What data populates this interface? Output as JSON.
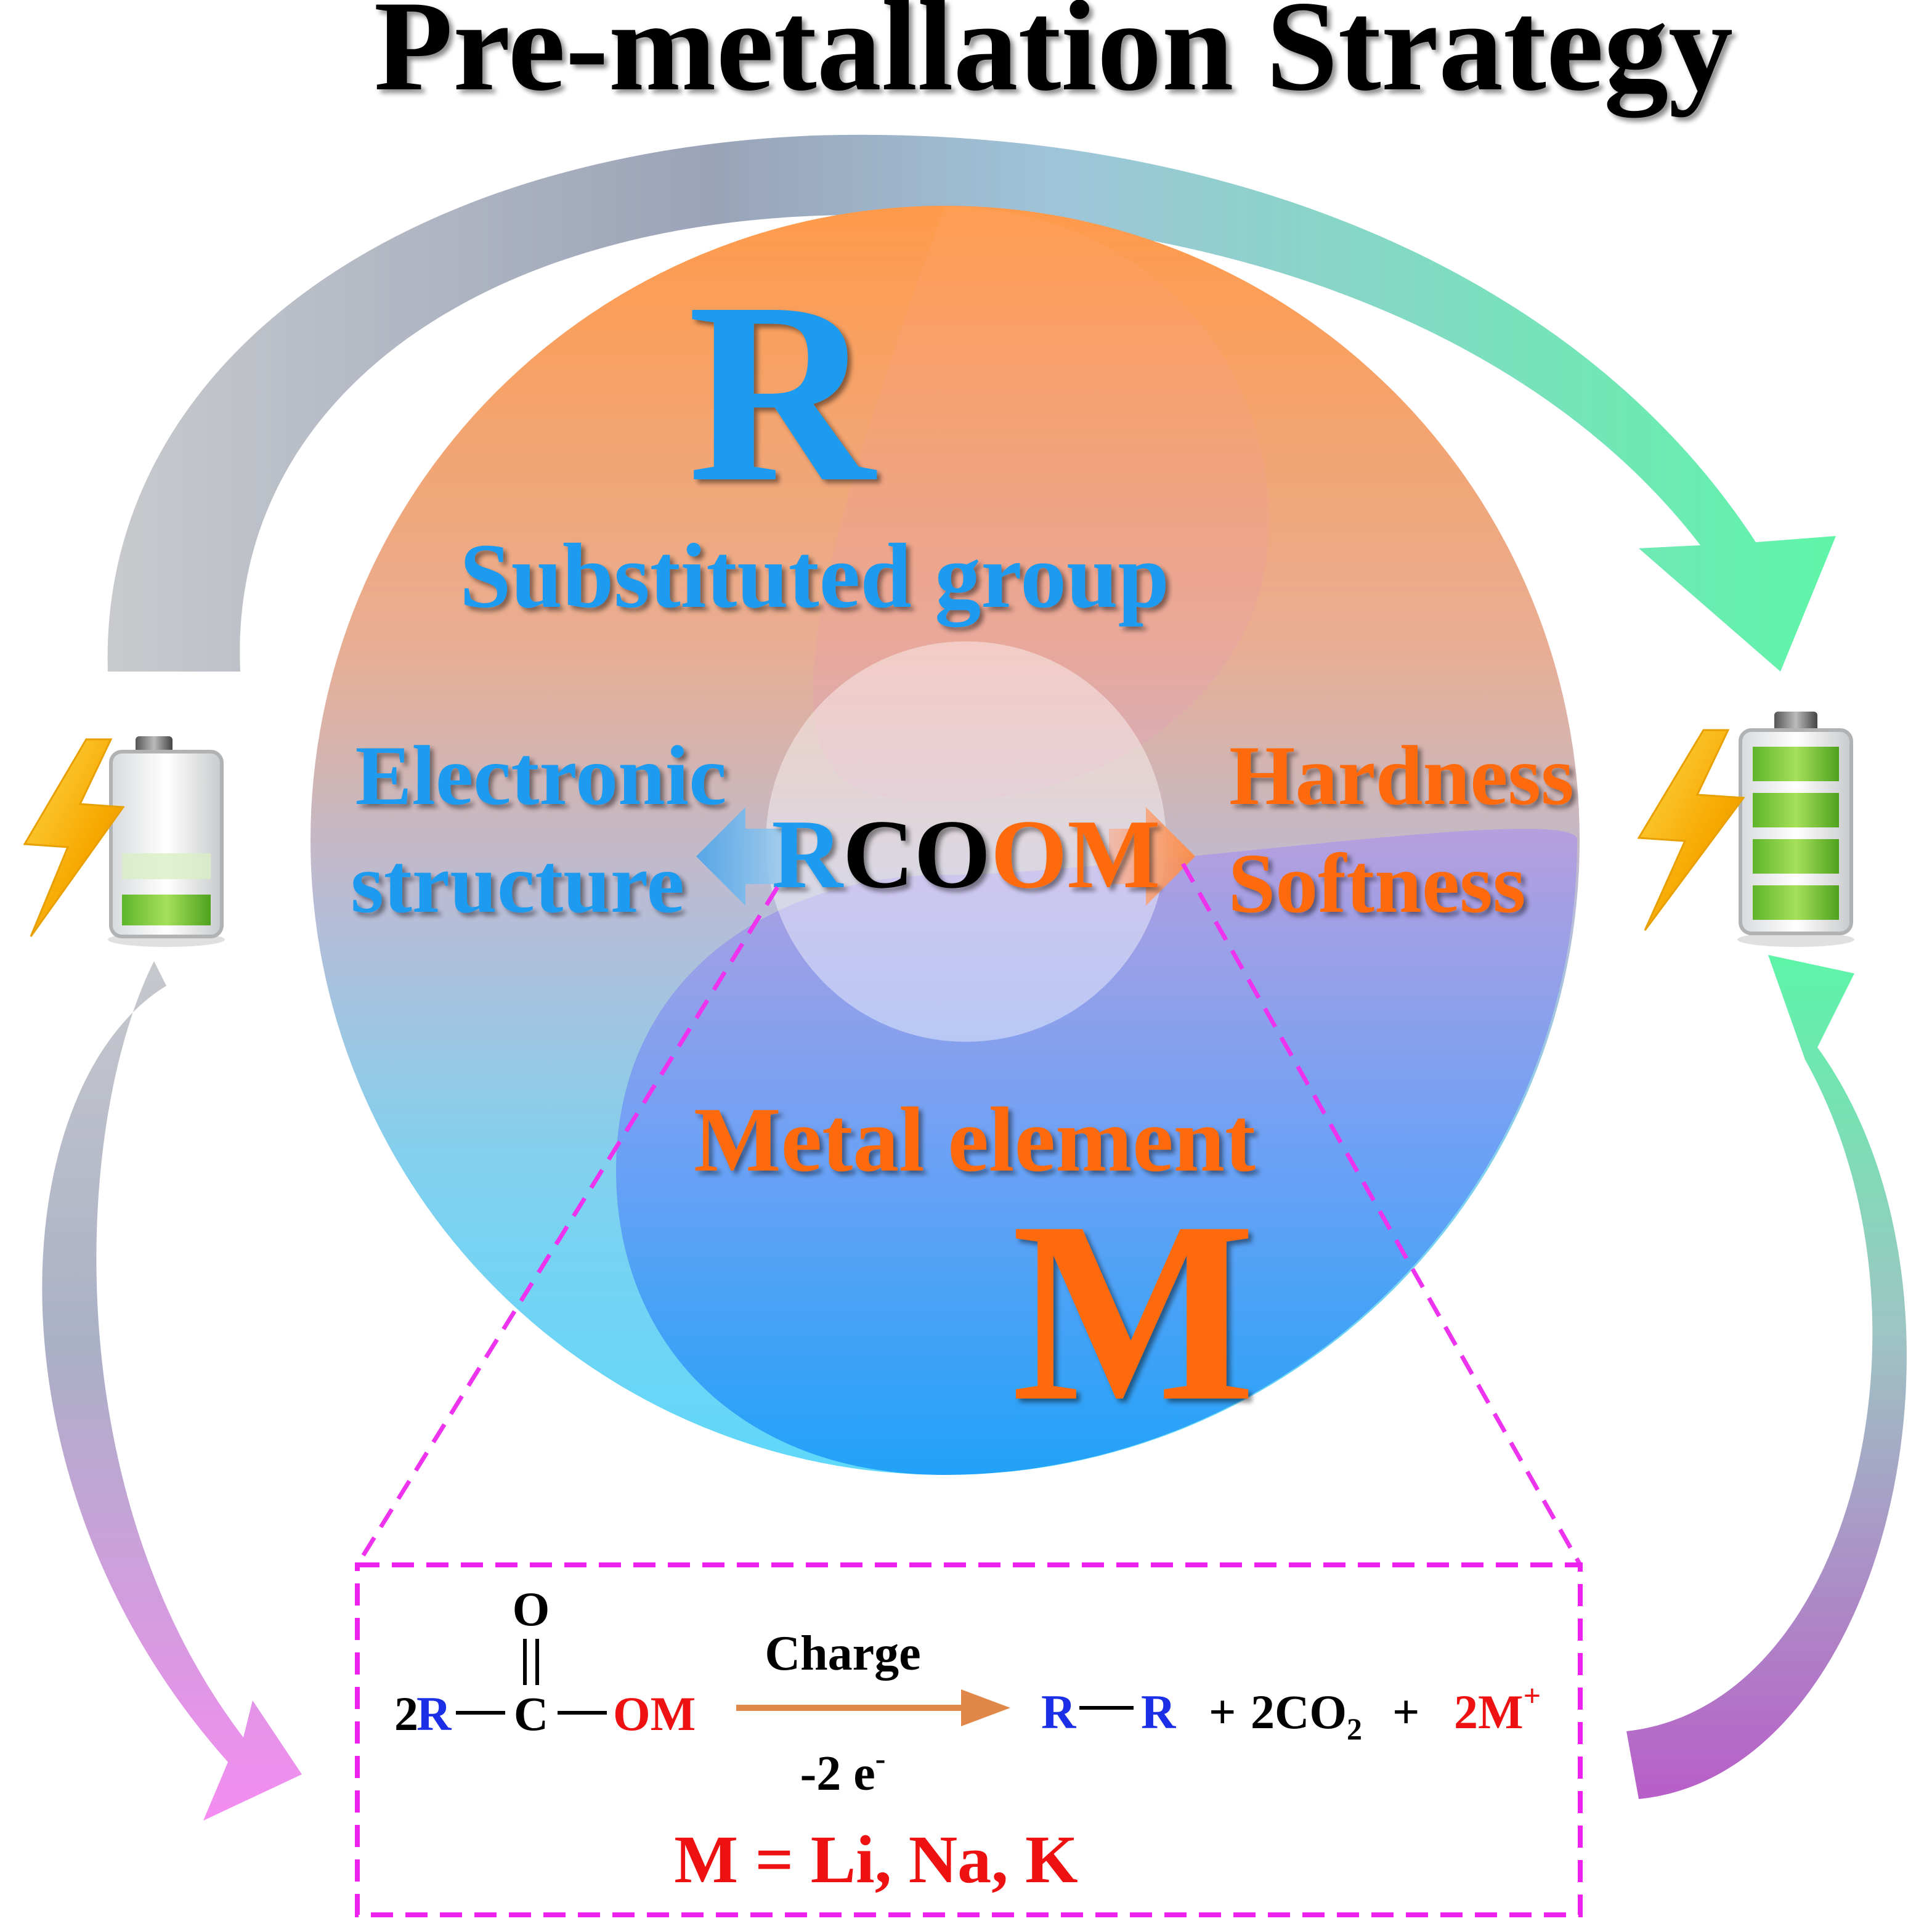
{
  "title": "Pre-metallation Strategy",
  "circle": {
    "r_letter": "R",
    "r_label": "Substituted group",
    "m_letter": "M",
    "m_label": "Metal element",
    "center": {
      "r": "R",
      "co": "CO",
      "om": "OM"
    },
    "left_label": {
      "line1": "Electronic",
      "line2": "structure"
    },
    "right_label": {
      "line1": "Hardness",
      "line2": "Softness"
    }
  },
  "reaction": {
    "coef": "2",
    "r": "R",
    "carbonyl_o": "O",
    "c": "C",
    "om": "OM",
    "arrow_top": "Charge",
    "arrow_bottom": "-2 e",
    "arrow_bottom_sup": "-",
    "product_r1": "R",
    "product_r2": "R",
    "plus": "+",
    "co2": "2CO",
    "co2_sub": "2",
    "metal_ion": "2M",
    "metal_ion_sup": "+",
    "metals": "M = Li, Na, K"
  },
  "battery_left": {
    "state": "low",
    "icon": "battery-low-icon"
  },
  "battery_right": {
    "state": "full",
    "icon": "battery-full-icon"
  },
  "colors": {
    "blue_text": "#1a9bf0",
    "orange_text": "#ff6a10",
    "red_text": "#ee1111",
    "dash_box": "#ee22ee",
    "arrow_grey": "#c6c8cc",
    "arrow_green": "#5df5a8",
    "arrow_pink": "#f58cf0",
    "arrow_purple": "#b668c8"
  }
}
